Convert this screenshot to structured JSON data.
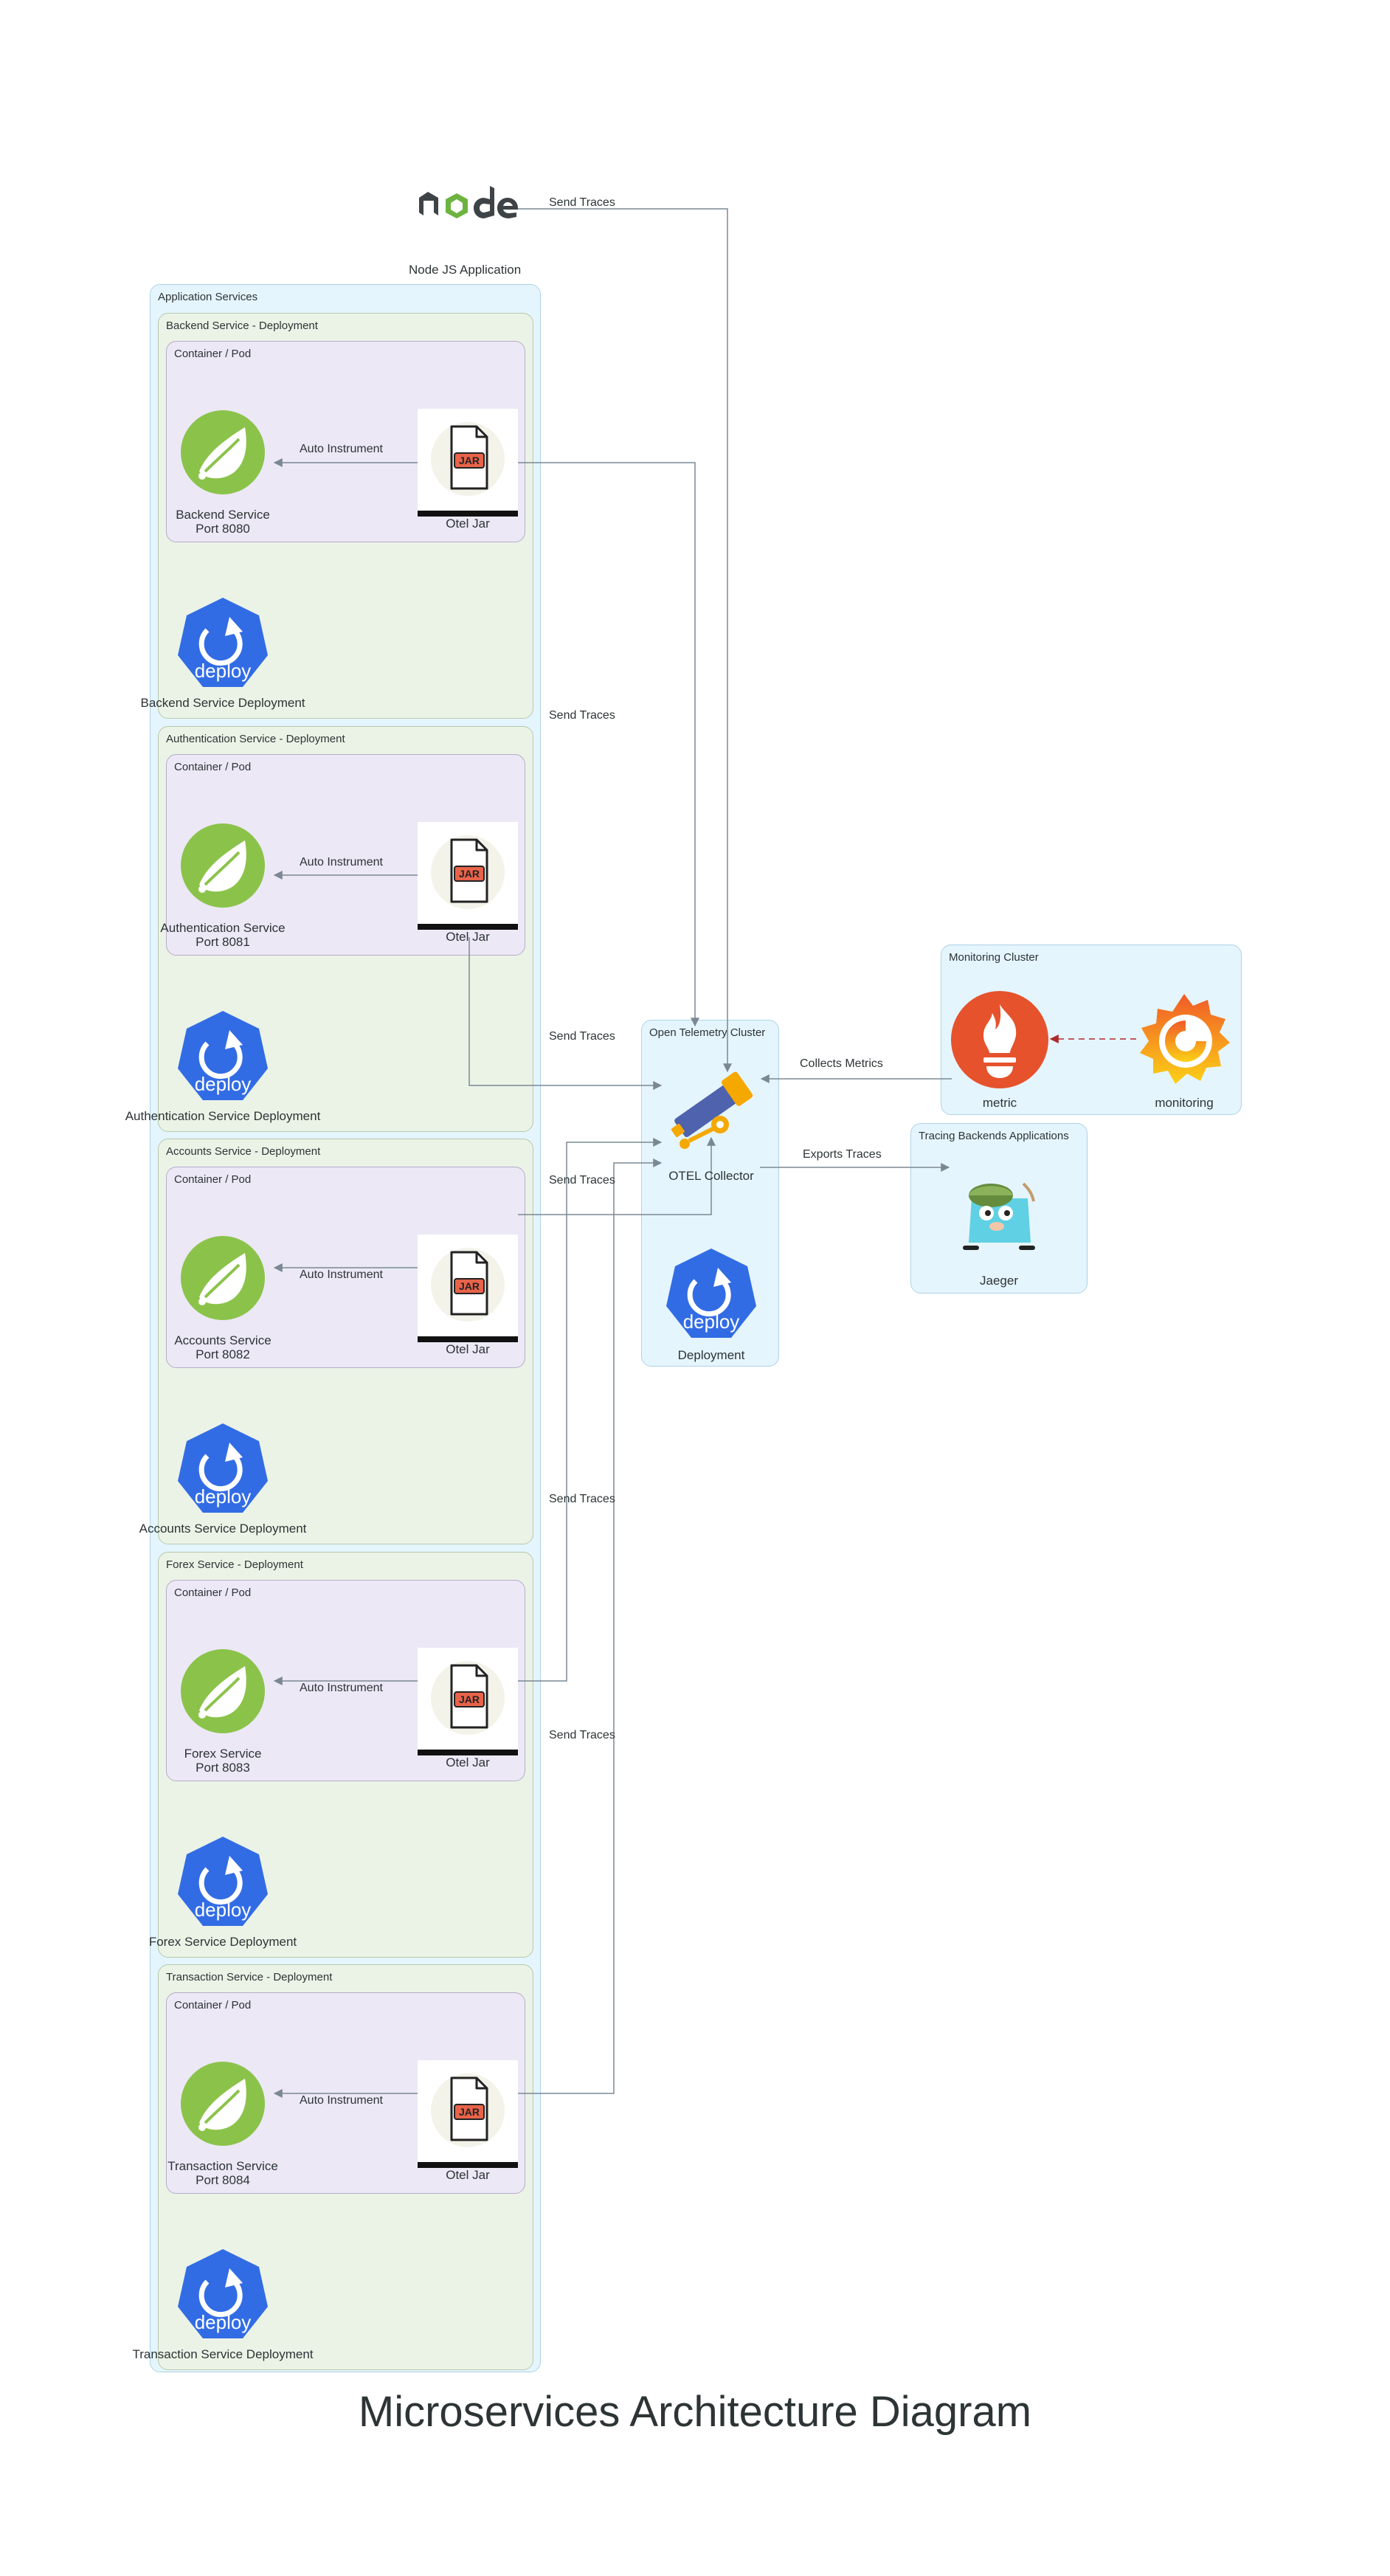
{
  "title": "Microservices Architecture Diagram",
  "colors": {
    "edge": "#7b8894",
    "dashed_edge": "#b02a2a",
    "application_cluster": "#e5f5fd",
    "deployment_cluster": "#ebf3e7",
    "pod_cluster": "#ece8f6",
    "spring": "#8bc34a",
    "k8s_deploy": "#326ce5",
    "prometheus": "#e6522c",
    "grafana": "#f46800"
  },
  "top": {
    "node_logo": "node",
    "node_label": "Node JS Application",
    "send_traces": "Send Traces"
  },
  "app_cluster": {
    "label": "Application Services",
    "services": [
      {
        "deployment_label": "Backend Service - Deployment",
        "pod_label": "Container / Pod",
        "service_label": "Backend Service\nPort 8080",
        "jar_label": "Otel Jar",
        "jar_badge": "JAR",
        "edge_label": "Auto Instrument",
        "deploy_icon": "deploy",
        "deploy_label": "Backend Service Deployment"
      },
      {
        "deployment_label": "Authentication Service - Deployment",
        "pod_label": "Container / Pod",
        "service_label": "Authentication Service\nPort 8081",
        "jar_label": "Otel Jar",
        "jar_badge": "JAR",
        "edge_label": "Auto Instrument",
        "deploy_icon": "deploy",
        "deploy_label": "Authentication Service Deployment"
      },
      {
        "deployment_label": "Accounts Service - Deployment",
        "pod_label": "Container / Pod",
        "service_label": "Accounts Service\nPort 8082",
        "jar_label": "Otel Jar",
        "jar_badge": "JAR",
        "edge_label": "Auto Instrument",
        "deploy_icon": "deploy",
        "deploy_label": "Accounts Service Deployment"
      },
      {
        "deployment_label": "Forex Service - Deployment",
        "pod_label": "Container / Pod",
        "service_label": "Forex Service\nPort 8083",
        "jar_label": "Otel Jar",
        "jar_badge": "JAR",
        "edge_label": "Auto Instrument",
        "deploy_icon": "deploy",
        "deploy_label": "Forex Service Deployment"
      },
      {
        "deployment_label": "Transaction Service - Deployment",
        "pod_label": "Container / Pod",
        "service_label": "Transaction Service\nPort 8084",
        "jar_label": "Otel Jar",
        "jar_badge": "JAR",
        "edge_label": "Auto Instrument",
        "deploy_icon": "deploy",
        "deploy_label": "Transaction Service Deployment"
      }
    ]
  },
  "send_traces_labels": [
    "Send Traces",
    "Send Traces",
    "Send Traces",
    "Send Traces",
    "Send Traces"
  ],
  "otel_cluster": {
    "label": "Open Telemetry Cluster",
    "collector_label": "OTEL Collector",
    "deploy_icon": "deploy",
    "deployment_label": "Deployment"
  },
  "monitoring_cluster": {
    "label": "Monitoring Cluster",
    "metric_label": "metric",
    "monitoring_label": "monitoring",
    "collects_metrics": "Collects Metrics"
  },
  "tracing_cluster": {
    "label": "Tracing Backends Applications",
    "jaeger_label": "Jaeger",
    "exports_traces": "Exports Traces"
  }
}
